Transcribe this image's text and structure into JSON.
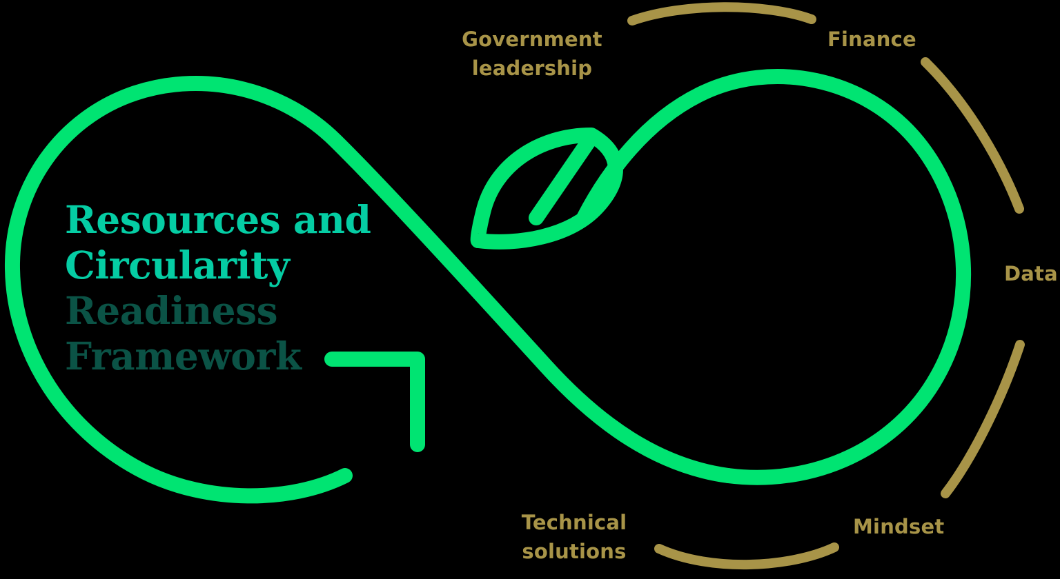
{
  "figure": {
    "kind": "circular-economy-infinity-diagram",
    "background_color": "#000000"
  },
  "colors": {
    "loop_green": "#00E472",
    "title_accent": "#05CDA4",
    "title_deep": "#0B5346",
    "pillar_gold": "#A89448",
    "background": "#000000"
  },
  "title": {
    "lines": [
      {
        "text": "Resources and",
        "color_role": "accent"
      },
      {
        "text": "Circularity",
        "color_role": "accent"
      },
      {
        "text": "Readiness",
        "color_role": "deep"
      },
      {
        "text": "Framework",
        "color_role": "deep"
      }
    ],
    "full_text": "Resources and Circularity Readiness Framework"
  },
  "pillars": [
    {
      "id": "government-leadership",
      "label": "Government\nleadership",
      "position": "top-left-of-right-loop"
    },
    {
      "id": "finance",
      "label": "Finance",
      "position": "top-right"
    },
    {
      "id": "data",
      "label": "Data",
      "position": "right"
    },
    {
      "id": "mindset",
      "label": "Mindset",
      "position": "bottom-right"
    },
    {
      "id": "technical-solutions",
      "label": "Technical\nsolutions",
      "position": "bottom-left-of-right-loop"
    }
  ],
  "icons": [
    {
      "id": "leaf-icon",
      "name": "leaf-icon",
      "color": "#00E472",
      "description": "outlined leaf with central vein, sits at upper-left of right loop"
    },
    {
      "id": "arrow-icon",
      "name": "arrow-up-right-icon",
      "color": "#00E472",
      "description": "arrow head pointing up-right at the end of the left loop stroke"
    }
  ],
  "decorations": {
    "infinity_loop": {
      "stroke_color": "#00E472",
      "stroke_width": 22,
      "description": "large figure-eight / infinity ribbon spanning the canvas"
    },
    "gold_arcs": {
      "stroke_color": "#A89448",
      "stroke_width": 14,
      "count": 4,
      "description": "four dashed arc segments forming a broken ring around the right loop"
    }
  }
}
